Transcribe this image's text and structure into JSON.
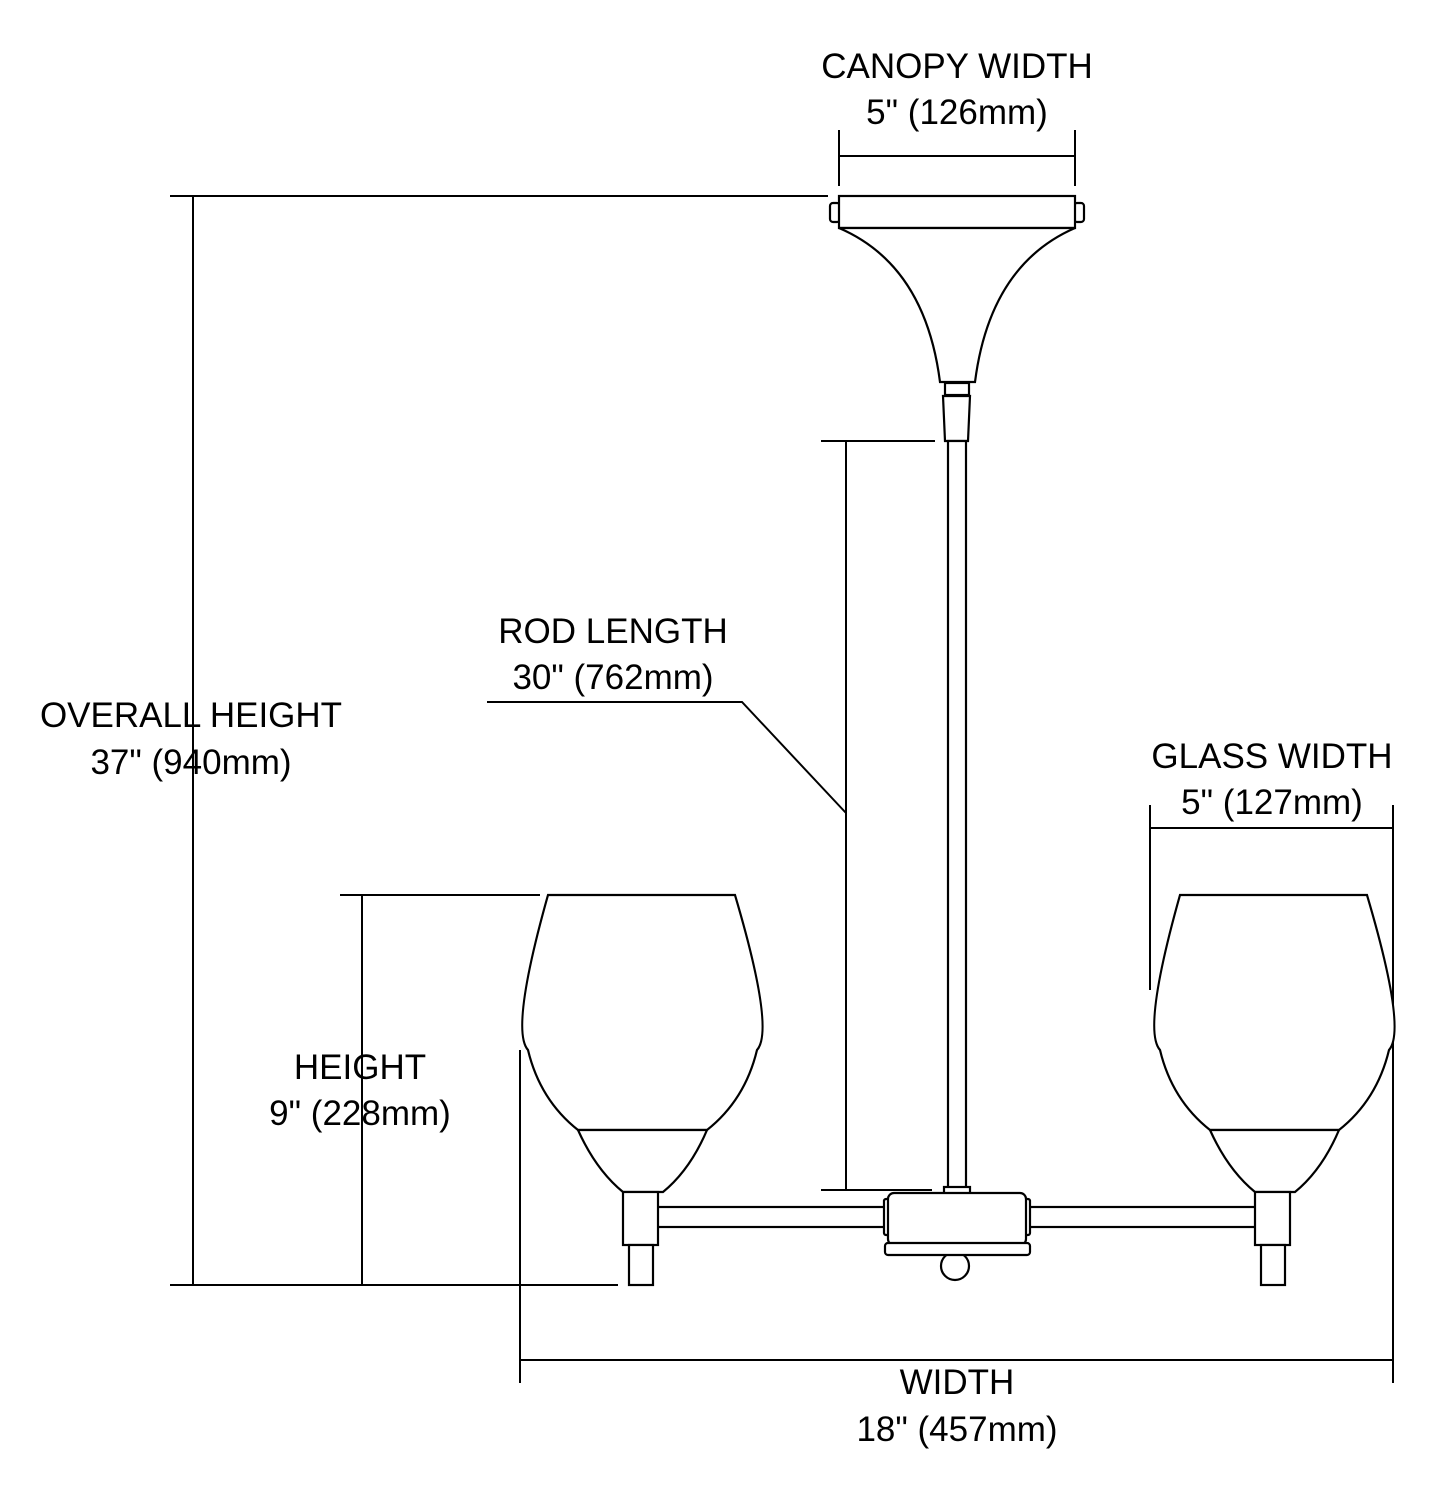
{
  "dimensions": {
    "canopy_width": {
      "label": "CANOPY WIDTH",
      "value": "5\" (126mm)"
    },
    "rod_length": {
      "label": "ROD LENGTH",
      "value": "30\" (762mm)"
    },
    "overall_height": {
      "label": "OVERALL HEIGHT",
      "value": "37\" (940mm)"
    },
    "glass_width": {
      "label": "GLASS WIDTH",
      "value": "5\" (127mm)"
    },
    "height": {
      "label": "HEIGHT",
      "value": "9\" (228mm)"
    },
    "width": {
      "label": "WIDTH",
      "value": "18\" (457mm)"
    }
  },
  "colors": {
    "line": "#000000",
    "background": "#ffffff"
  }
}
